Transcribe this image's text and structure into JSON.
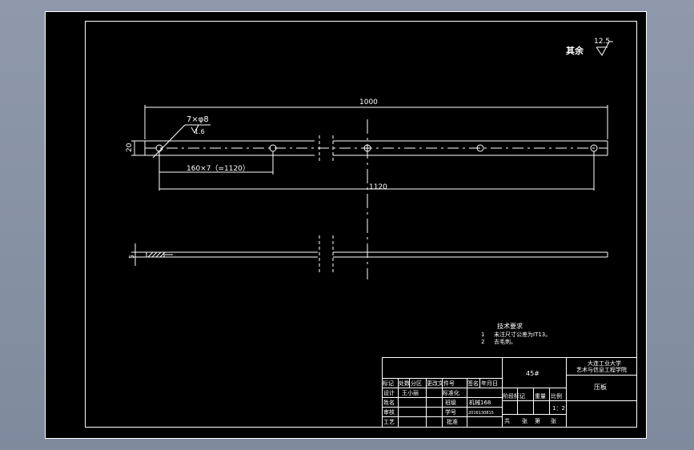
{
  "surface_finish": {
    "label": "其余",
    "value": "12.5",
    "hole_value": "1.6"
  },
  "dimensions": {
    "overall_length": "1000",
    "height": "20",
    "hole_callout": "7×φ8",
    "hole_spacing": "160×7（=1120）",
    "total_span": "1120",
    "thickness": "5"
  },
  "tech_requirements": {
    "heading": "技术要求",
    "items": [
      {
        "num": "1",
        "text": "未注尺寸公差为IT13。"
      },
      {
        "num": "2",
        "text": "去毛刺。"
      }
    ]
  },
  "title_block": {
    "material": "45#",
    "school_line1": "大连工业大学",
    "school_line2": "艺术与信息工程学院",
    "part_name": "压板",
    "row_headers": [
      "标记",
      "处数",
      "分区",
      "更改文件号",
      "签名",
      "年月日"
    ],
    "design_label": "设计",
    "designer": "王小丽",
    "standardize_label": "标准化",
    "name_label": "姓名",
    "class_label": "班级",
    "class_value": "机械168",
    "review_label": "审核",
    "student_no_label": "学号",
    "student_no_value": "2016130815",
    "process_label": "工艺",
    "approve_label": "批准",
    "stage_label": "阶段标记",
    "weight_label": "重量",
    "scale_label": "比例",
    "scale_value": "1：2",
    "sheets": [
      "共",
      "张",
      "第",
      "张"
    ]
  }
}
